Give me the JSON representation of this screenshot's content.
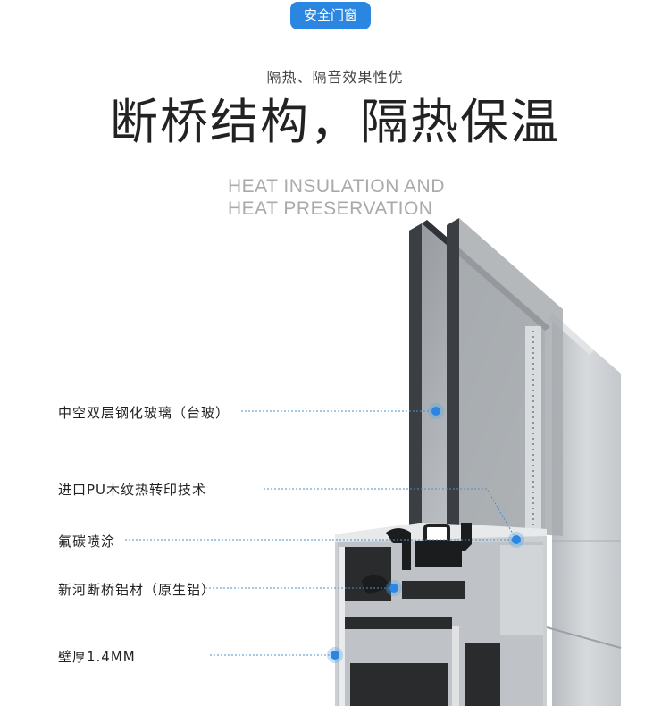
{
  "badge": {
    "label": "安全门窗"
  },
  "tagline": "隔热、隔音效果性优",
  "headline": "断桥结构，隔热保温",
  "subtitle_en": {
    "line1": "HEAT INSULATION AND",
    "line2": "HEAT PRESERVATION"
  },
  "callouts": [
    {
      "label": "中空双层钢化玻璃（台玻）"
    },
    {
      "label": "进口PU木纹热转印技术"
    },
    {
      "label": "氟碳喷涂"
    },
    {
      "label": "新河断桥铝材（原生铝）"
    },
    {
      "label": "壁厚1.4MM"
    }
  ],
  "colors": {
    "accent": "#2a86e0",
    "aluminum": "#c9cccf",
    "glass": "#9ea3a8",
    "gasket": "#1c1c1c"
  }
}
